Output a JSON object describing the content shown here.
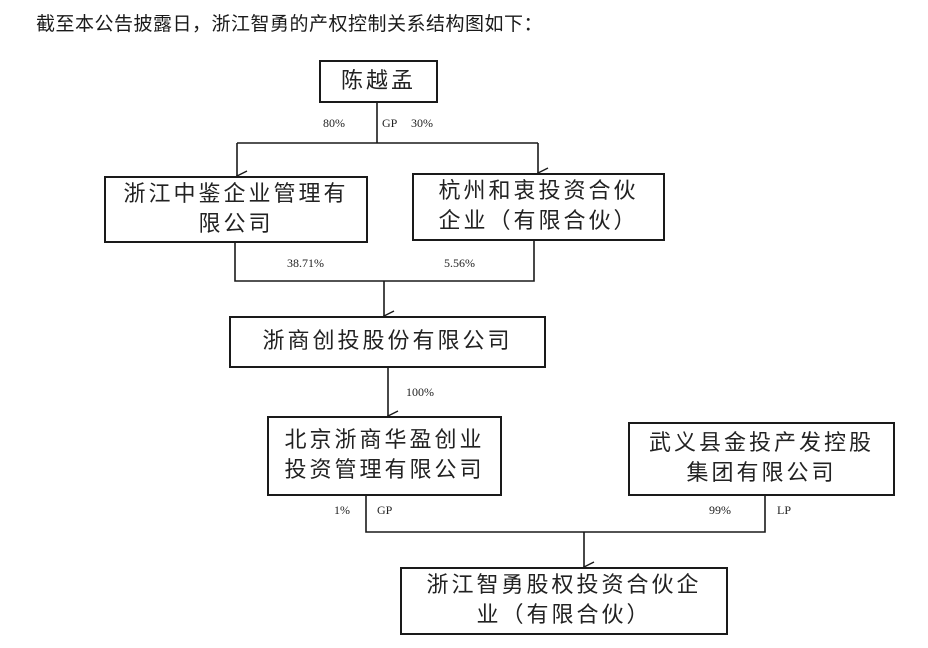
{
  "title": "截至本公告披露日，浙江智勇的产权控制关系结构图如下：",
  "entities": {
    "chen": {
      "lines": [
        "陈越孟"
      ]
    },
    "zhongjian": {
      "lines": [
        "浙江中鉴企业管理有",
        "限公司"
      ]
    },
    "hezhong": {
      "lines": [
        "杭州和衷投资合伙",
        "企业（有限合伙）"
      ]
    },
    "zheshang": {
      "lines": [
        "浙商创投股份有限公司"
      ]
    },
    "huaying": {
      "lines": [
        "北京浙商华盈创业",
        "投资管理有限公司"
      ]
    },
    "wuyi": {
      "lines": [
        "武义县金投产发控股",
        "集团有限公司"
      ]
    },
    "zhiyong": {
      "lines": [
        "浙江智勇股权投资合伙企",
        "业（有限合伙）"
      ]
    }
  },
  "edges": [
    {
      "from": "陈越孟",
      "to": "浙江中鉴企业管理有限公司",
      "label": "80%"
    },
    {
      "from": "陈越孟",
      "to": "杭州和衷投资合伙企业（有限合伙）",
      "label": "30%",
      "role": "GP"
    },
    {
      "from": "浙江中鉴企业管理有限公司",
      "to": "浙商创投股份有限公司",
      "label": "38.71%"
    },
    {
      "from": "杭州和衷投资合伙企业（有限合伙）",
      "to": "浙商创投股份有限公司",
      "label": "5.56%"
    },
    {
      "from": "浙商创投股份有限公司",
      "to": "北京浙商华盈创业投资管理有限公司",
      "label": "100%"
    },
    {
      "from": "北京浙商华盈创业投资管理有限公司",
      "to": "浙江智勇股权投资合伙企业（有限合伙）",
      "label": "1%",
      "role": "GP"
    },
    {
      "from": "武义县金投产发控股集团有限公司",
      "to": "浙江智勇股权投资合伙企业（有限合伙）",
      "label": "99%",
      "role": "LP"
    }
  ],
  "labels": {
    "chen_zhongjian_pct": "80%",
    "chen_gp": "GP",
    "chen_hezhong_pct": "30%",
    "zhongjian_pct": "38.71%",
    "hezhong_pct": "5.56%",
    "zheshang_pct": "100%",
    "huaying_pct": "1%",
    "huaying_role": "GP",
    "wuyi_pct": "99%",
    "wuyi_role": "LP"
  }
}
